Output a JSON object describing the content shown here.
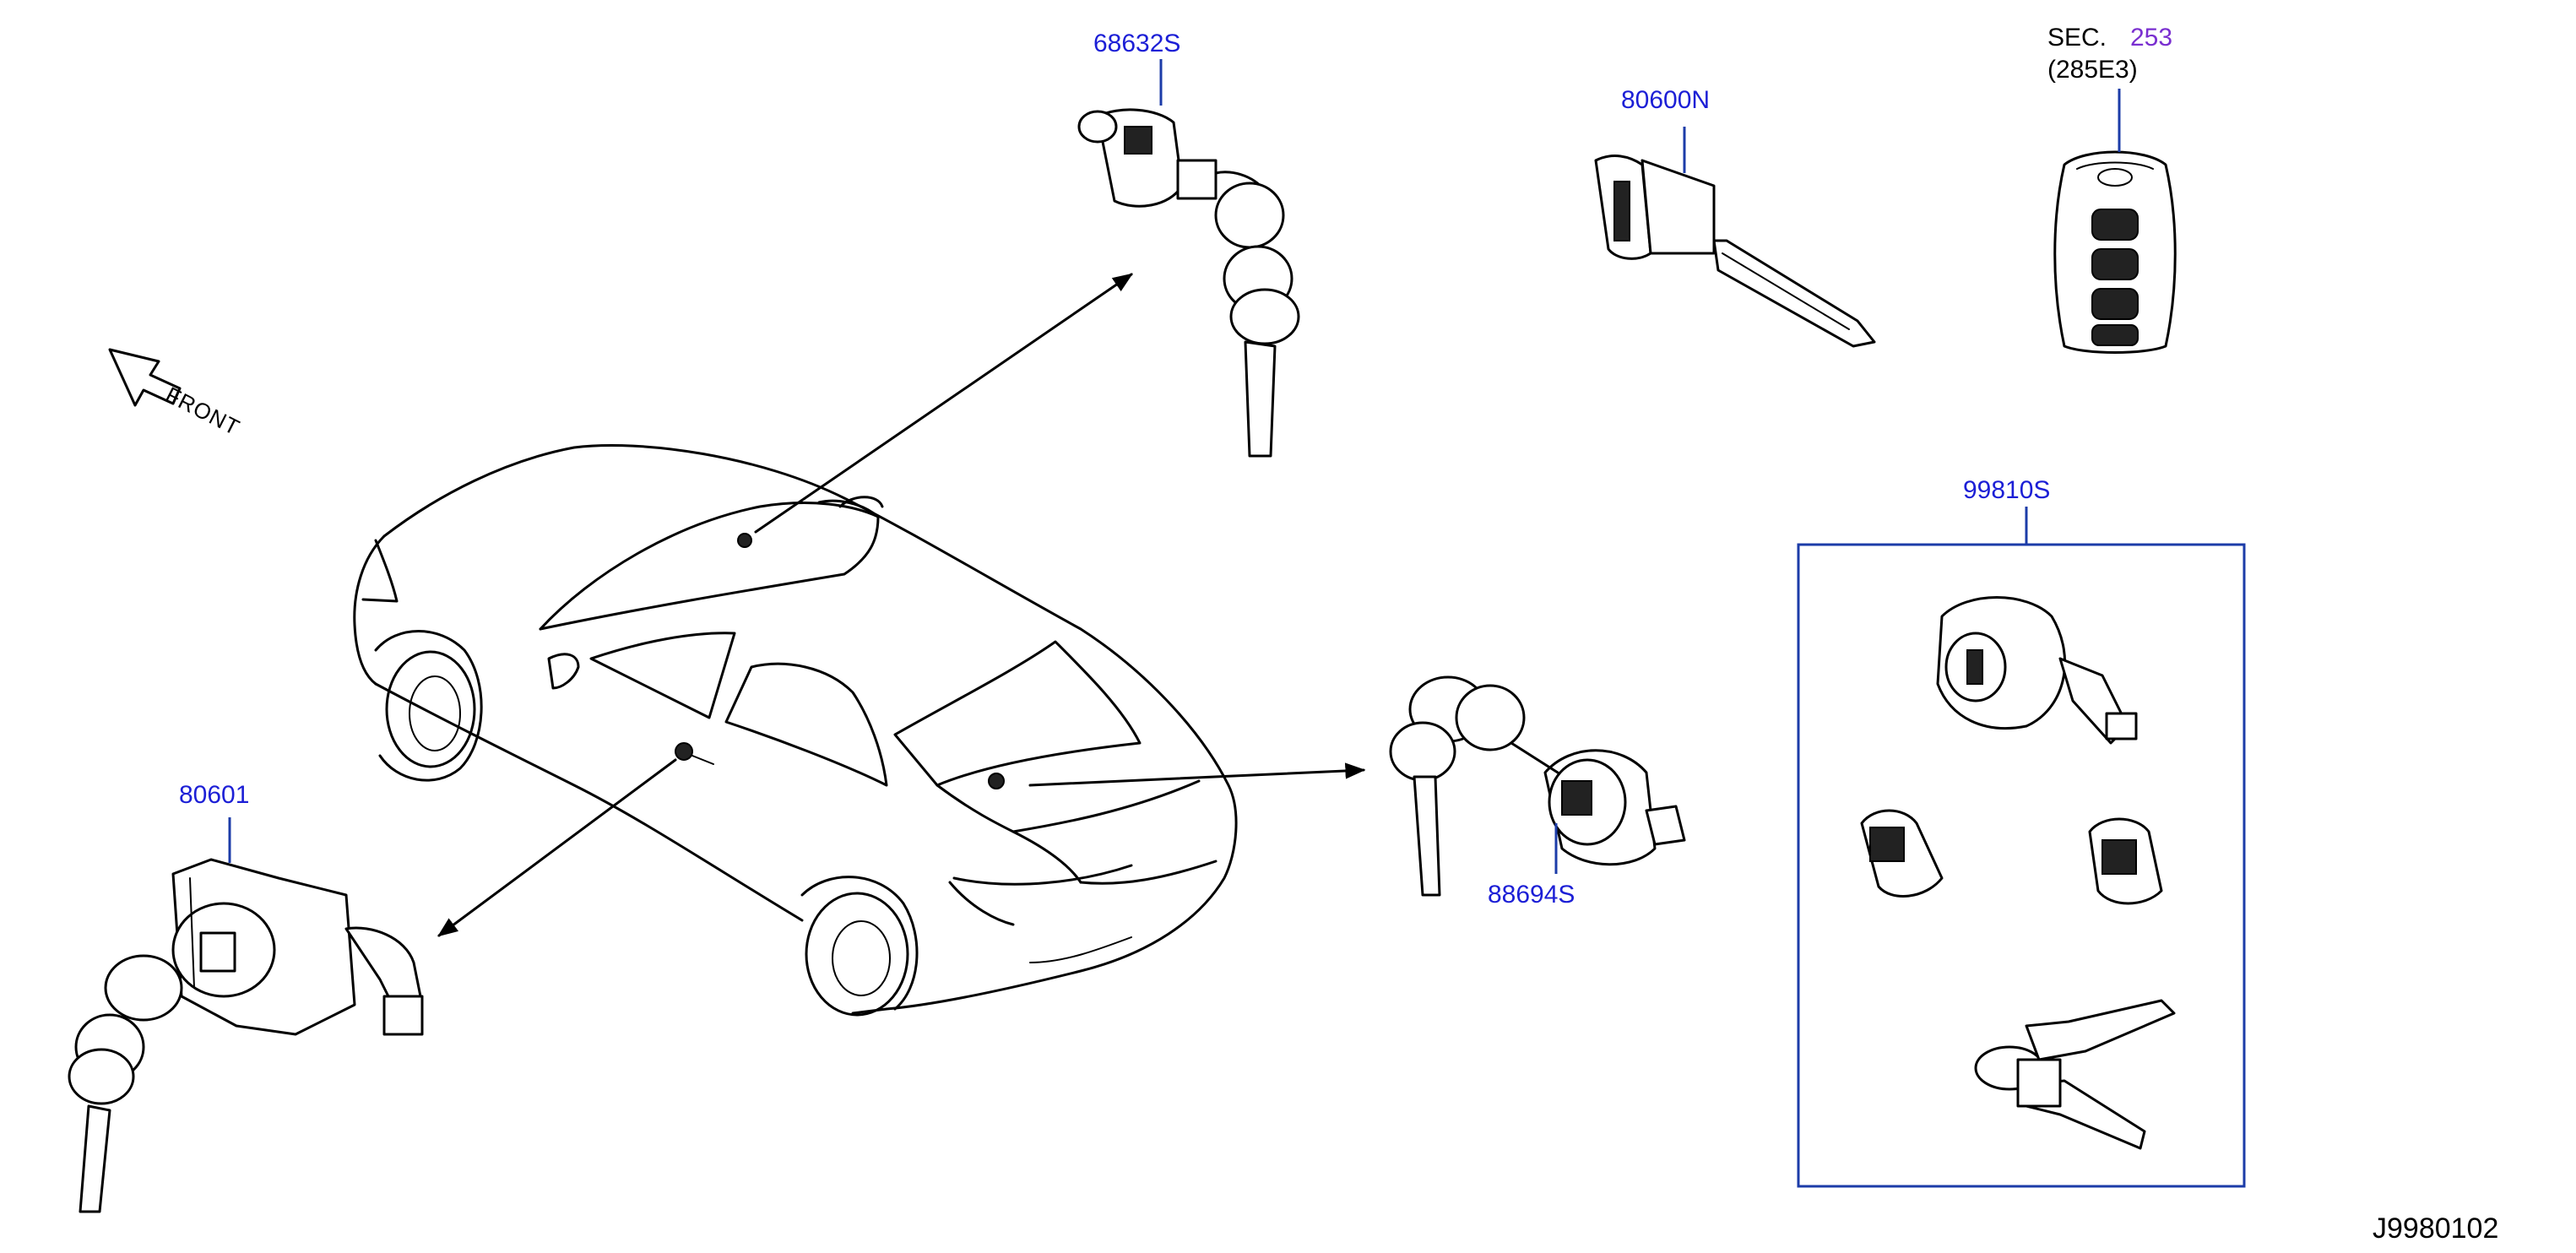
{
  "parts": {
    "p68632S": "68632S",
    "p80600N": "80600N",
    "p80601": "80601",
    "p88694S": "88694S",
    "p99810S": "99810S"
  },
  "section_ref": {
    "prefix": "SEC.",
    "number": "253",
    "sub": "(285E3)"
  },
  "front_label": "FRONT",
  "drawing_id": "J9980102",
  "colors": {
    "part_label": "#1c1fd6",
    "section_number": "#7a2fd0",
    "callout_box": "#1c3ca8"
  }
}
